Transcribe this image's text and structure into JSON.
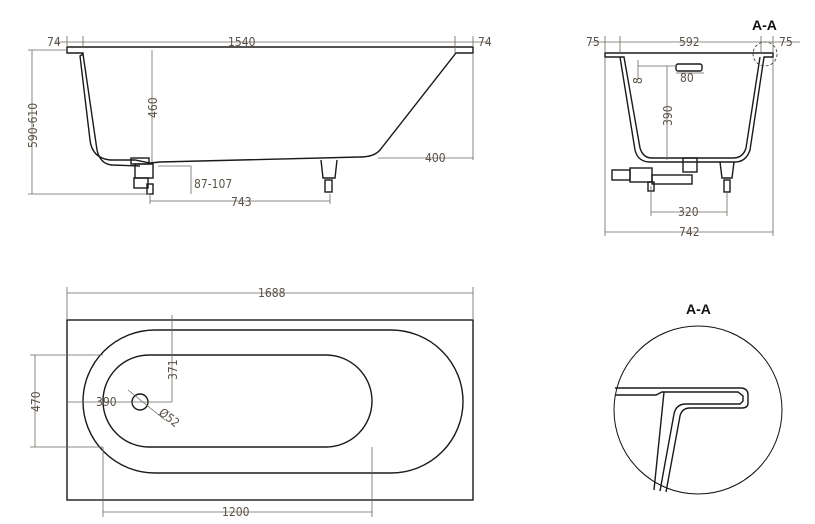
{
  "side_view": {
    "dims": {
      "left_rim": "74",
      "length_inner": "1540",
      "right_rim": "74",
      "height": "590-610",
      "depth": "460",
      "slope": "400",
      "drain_height": "87-107",
      "leg_distance": "743"
    }
  },
  "end_view": {
    "title": "A-A",
    "dims": {
      "left_rim": "75",
      "width_inner": "592",
      "right_rim": "75",
      "overflow_height": "8",
      "overflow_width": "80",
      "overflow_depth": "390",
      "leg_distance": "320",
      "width_total": "742"
    }
  },
  "plan_view": {
    "dims": {
      "length_total": "1688",
      "width_inner": "470",
      "drain_offset_x": "390",
      "drain_offset_y": "371",
      "drain_diameter": "Ø52",
      "length_inner": "1200"
    }
  },
  "detail_view": {
    "title": "A-A"
  }
}
